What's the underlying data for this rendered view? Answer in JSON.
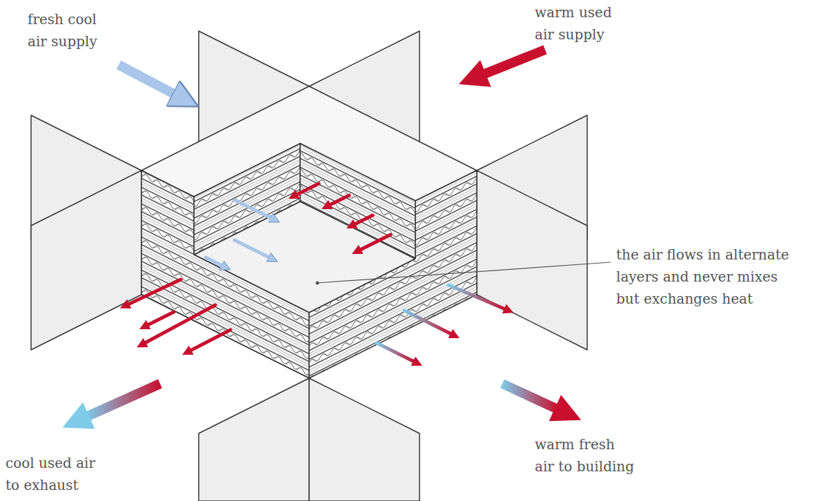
{
  "diagram": {
    "labels": [
      "fresh cool air supply",
      "warm used air supply",
      "the air flows in alternate layers and never mixes but exchanges heat",
      "warm fresh air to building",
      "cool used air to exhaust"
    ]
  }
}
